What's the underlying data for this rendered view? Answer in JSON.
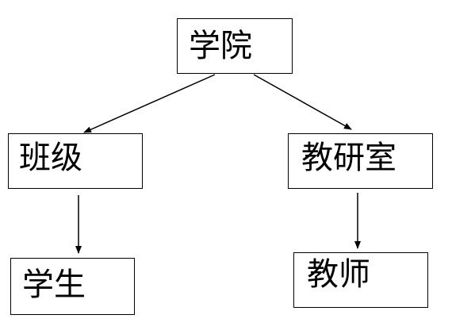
{
  "diagram": {
    "nodes": {
      "college": "学院",
      "class": "班级",
      "dept": "教研室",
      "student": "学生",
      "teacher": "教师"
    },
    "edges": [
      {
        "from": "college",
        "to": "class"
      },
      {
        "from": "college",
        "to": "dept"
      },
      {
        "from": "class",
        "to": "student"
      },
      {
        "from": "dept",
        "to": "teacher"
      }
    ],
    "colors": {
      "stroke": "#000000",
      "background": "#ffffff"
    }
  }
}
